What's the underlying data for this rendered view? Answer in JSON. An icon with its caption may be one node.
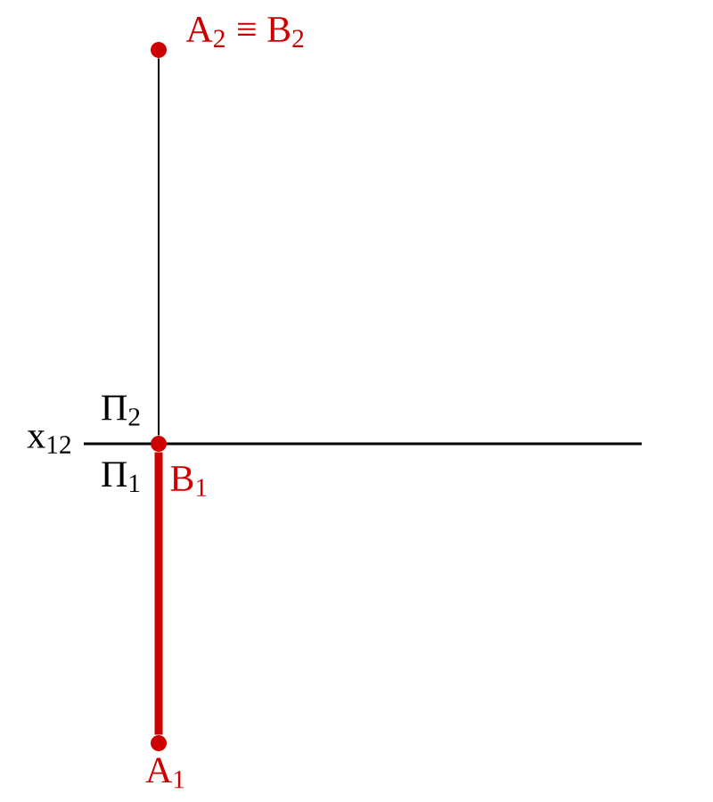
{
  "diagram": {
    "nodes": [
      {
        "text": [
          "A$_{2}$ ≡ B$_{2}$"
        ]
      },
      {
        "text": [
          "B$_{1}$"
        ]
      },
      {
        "text": [
          "A$_{1}$"
        ]
      }
    ],
    "edges": [
      {
        "from": 0,
        "to": 1,
        "arrow": "none"
      },
      {
        "from": 1,
        "to": 2,
        "arrow": "none",
        "style": "thick",
        "color": "#cc0000"
      }
    ],
    "labels": [
      "x$_{12}$",
      "Π$_{2}$",
      "Π$_{1}$"
    ]
  }
}
